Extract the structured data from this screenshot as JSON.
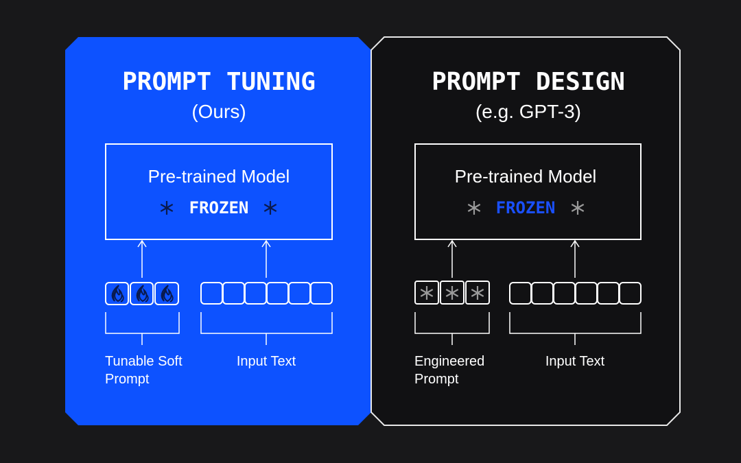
{
  "colors": {
    "background": "#18181a",
    "left_panel": "#0d52ff",
    "right_panel": "#111113",
    "line": "#ffffff",
    "frozen_dark_text": "#0a1a4d",
    "frozen_blue_text": "#1a50ff",
    "asterisk_gray": "#9a9a9a"
  },
  "left_panel": {
    "title": "PROMPT TUNING",
    "subtitle": "(Ours)",
    "model_label": "Pre-trained Model",
    "frozen_label": "FROZEN",
    "prompt_label_line1": "Tunable Soft",
    "prompt_label_line2": "Prompt",
    "input_label": "Input Text",
    "prompt_token_icon": "flame-icon",
    "frozen_icon": "asterisk-icon"
  },
  "right_panel": {
    "title": "PROMPT DESIGN",
    "subtitle": "(e.g. GPT-3)",
    "model_label": "Pre-trained Model",
    "frozen_label": "FROZEN",
    "prompt_label_line1": "Engineered",
    "prompt_label_line2": "Prompt",
    "input_label": "Input Text",
    "prompt_token_icon": "asterisk-icon",
    "frozen_icon": "asterisk-icon"
  }
}
